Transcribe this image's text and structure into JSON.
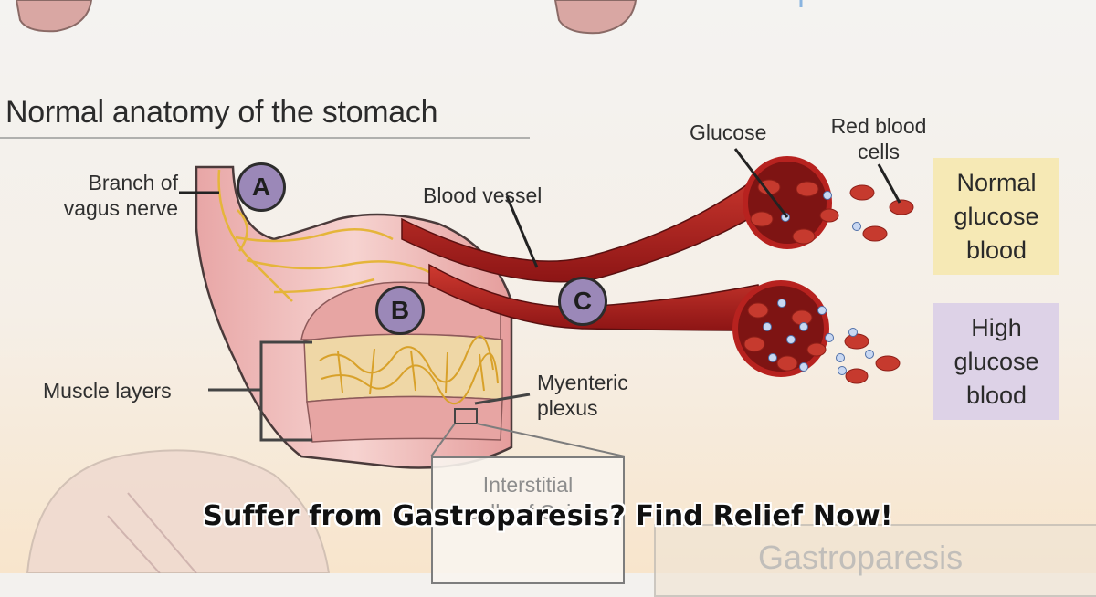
{
  "diagram": {
    "title": "Normal anatomy of the stomach",
    "labels": {
      "vagus": "Branch of\nvagus nerve",
      "blood_vessel": "Blood vessel",
      "glucose": "Glucose",
      "red_blood_cells": "Red blood\ncells",
      "muscle_layers": "Muscle layers",
      "myenteric": "Myenteric\nplexus",
      "interstitial": "Interstitial\ncells of Cajal"
    },
    "badges": {
      "a": "A",
      "b": "B",
      "c": "C"
    },
    "boxes": {
      "normal": "Normal\nglucose\nblood",
      "high": "High\nglucose\nblood"
    },
    "partial_label": "Gastroparesis"
  },
  "headline": "Suffer from Gastroparesis? Find Relief Now!",
  "colors": {
    "vessel": "#b7221f",
    "vessel_inner": "#7e1413",
    "rbc": "#c63a2e",
    "glucose": "#c9d8f2",
    "stomach": "#f0c3c3",
    "muscle": "#d98b8b",
    "nerve": "#e5b53a",
    "badge": "#9b88b8",
    "normal_box": "#f6e9b5",
    "high_box": "#ddd2e7"
  }
}
